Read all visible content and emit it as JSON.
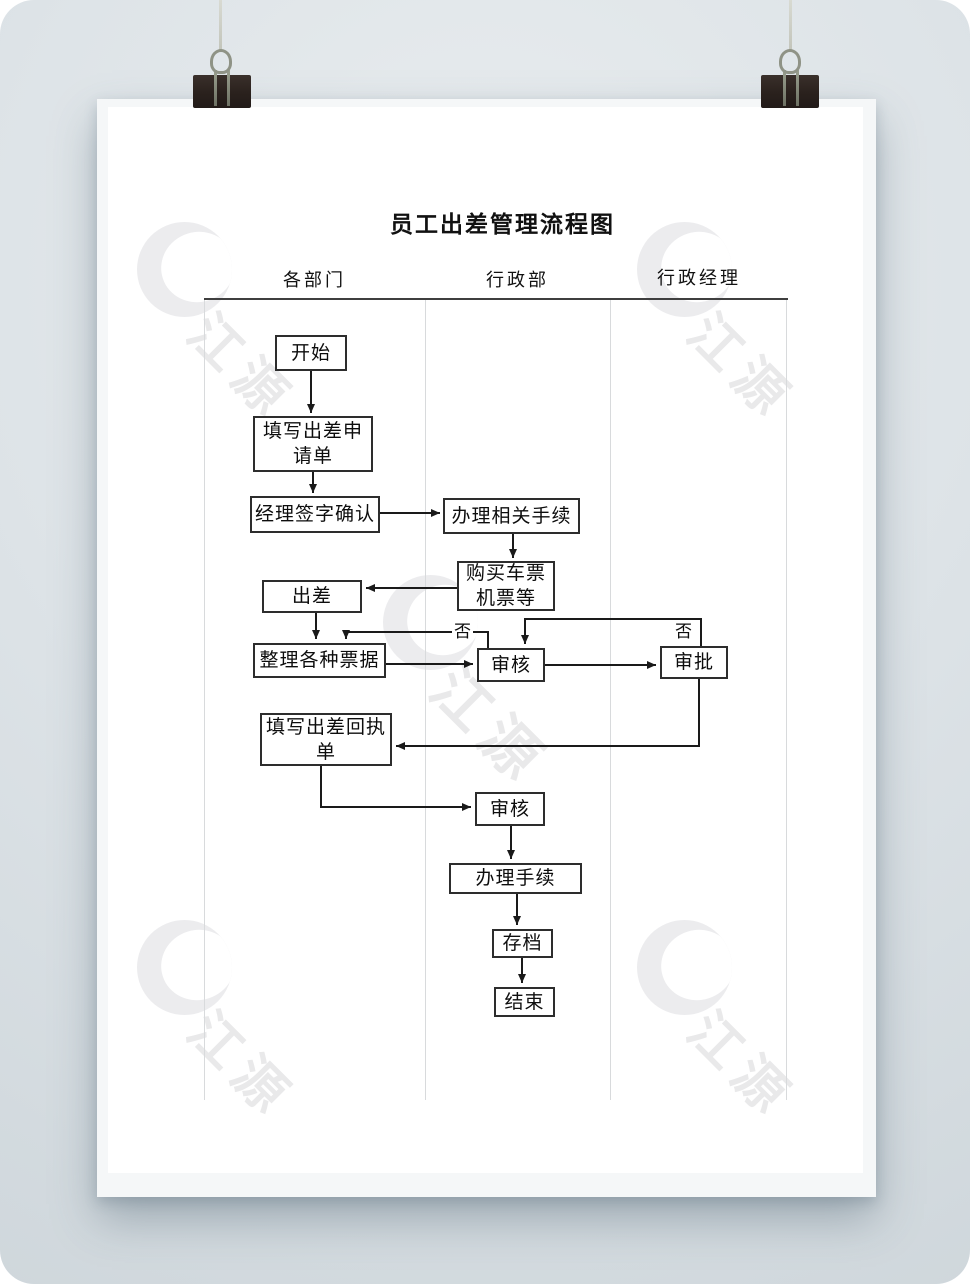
{
  "page": {
    "title": "员工出差管理流程图"
  },
  "lanes": {
    "headers": [
      "各部门",
      "行政部",
      "行政经理"
    ]
  },
  "flowchart": {
    "nodes": [
      {
        "id": "start",
        "label": "开始"
      },
      {
        "id": "fill-request",
        "label": "填写出差申\n请单"
      },
      {
        "id": "manager-sign",
        "label": "经理签字确认"
      },
      {
        "id": "handle-related",
        "label": "办理相关手续"
      },
      {
        "id": "buy-tickets",
        "label": "购买车票\n机票等"
      },
      {
        "id": "business-trip",
        "label": "出差"
      },
      {
        "id": "sort-receipts",
        "label": "整理各种票据"
      },
      {
        "id": "review-1",
        "label": "审核"
      },
      {
        "id": "approve",
        "label": "审批"
      },
      {
        "id": "fill-return",
        "label": "填写出差回执\n单"
      },
      {
        "id": "review-2",
        "label": "审核"
      },
      {
        "id": "handle-2",
        "label": "办理手续"
      },
      {
        "id": "archive",
        "label": "存档"
      },
      {
        "id": "end",
        "label": "结束"
      }
    ],
    "decision_labels": [
      "否",
      "否"
    ]
  },
  "watermark": {
    "text": "江源"
  },
  "colors": {
    "background_edge": "#cdd5da",
    "paper": "#ffffff",
    "flow_line": "#1a1a1a",
    "lane_divider": "#d8dadc",
    "clip_body": "#2a211d",
    "watermark": "#ececee"
  }
}
